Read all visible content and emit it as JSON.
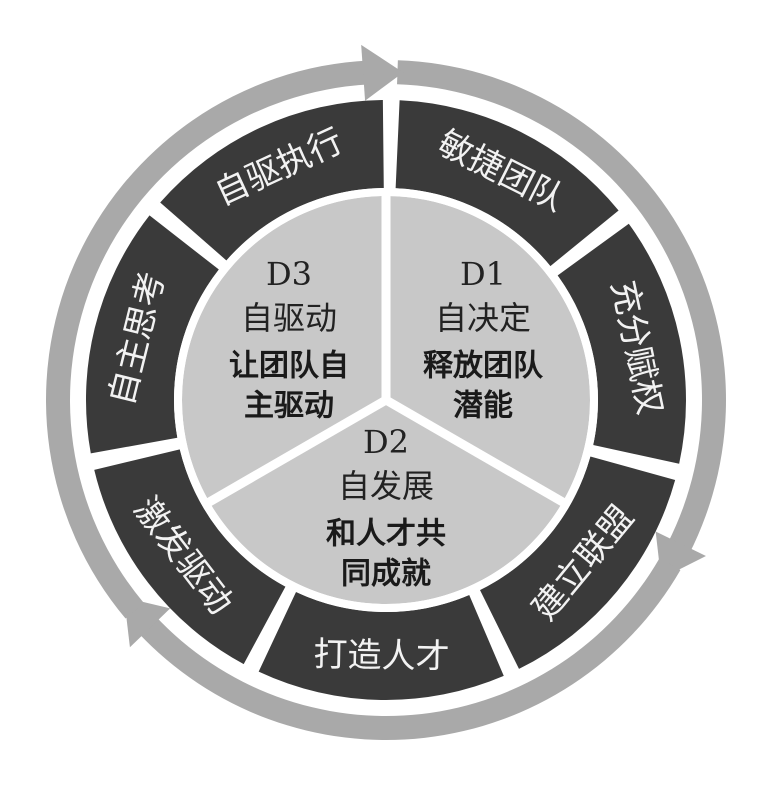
{
  "diagram": {
    "segments": [
      {
        "id": "agile-team",
        "label": "敏捷团队"
      },
      {
        "id": "empower",
        "label": "充分赋权"
      },
      {
        "id": "alliance",
        "label": "建立联盟"
      },
      {
        "id": "talent",
        "label": "打造人才"
      },
      {
        "id": "motivate",
        "label": "激发驱动"
      },
      {
        "id": "self-thinking",
        "label": "自主思考"
      },
      {
        "id": "self-execution",
        "label": "自驱执行"
      }
    ],
    "sectors": [
      {
        "id": "d1",
        "code": "D1",
        "name": "自决定",
        "desc_lines": [
          "释放团队",
          "潜能"
        ]
      },
      {
        "id": "d2",
        "code": "D2",
        "name": "自发展",
        "desc_lines": [
          "和人才共",
          "同成就"
        ]
      },
      {
        "id": "d3",
        "code": "D3",
        "name": "自驱动",
        "desc_lines": [
          "让团队自",
          "主驱动"
        ]
      }
    ],
    "colors": {
      "outer_arrow": "#a9a9a9",
      "ring_segment": "#3a3a3a",
      "ring_gap": "#ffffff",
      "inner_sector": "#c8c8c8",
      "segment_text": "#f2f2f2",
      "sector_text": "#1f1f1f"
    }
  }
}
